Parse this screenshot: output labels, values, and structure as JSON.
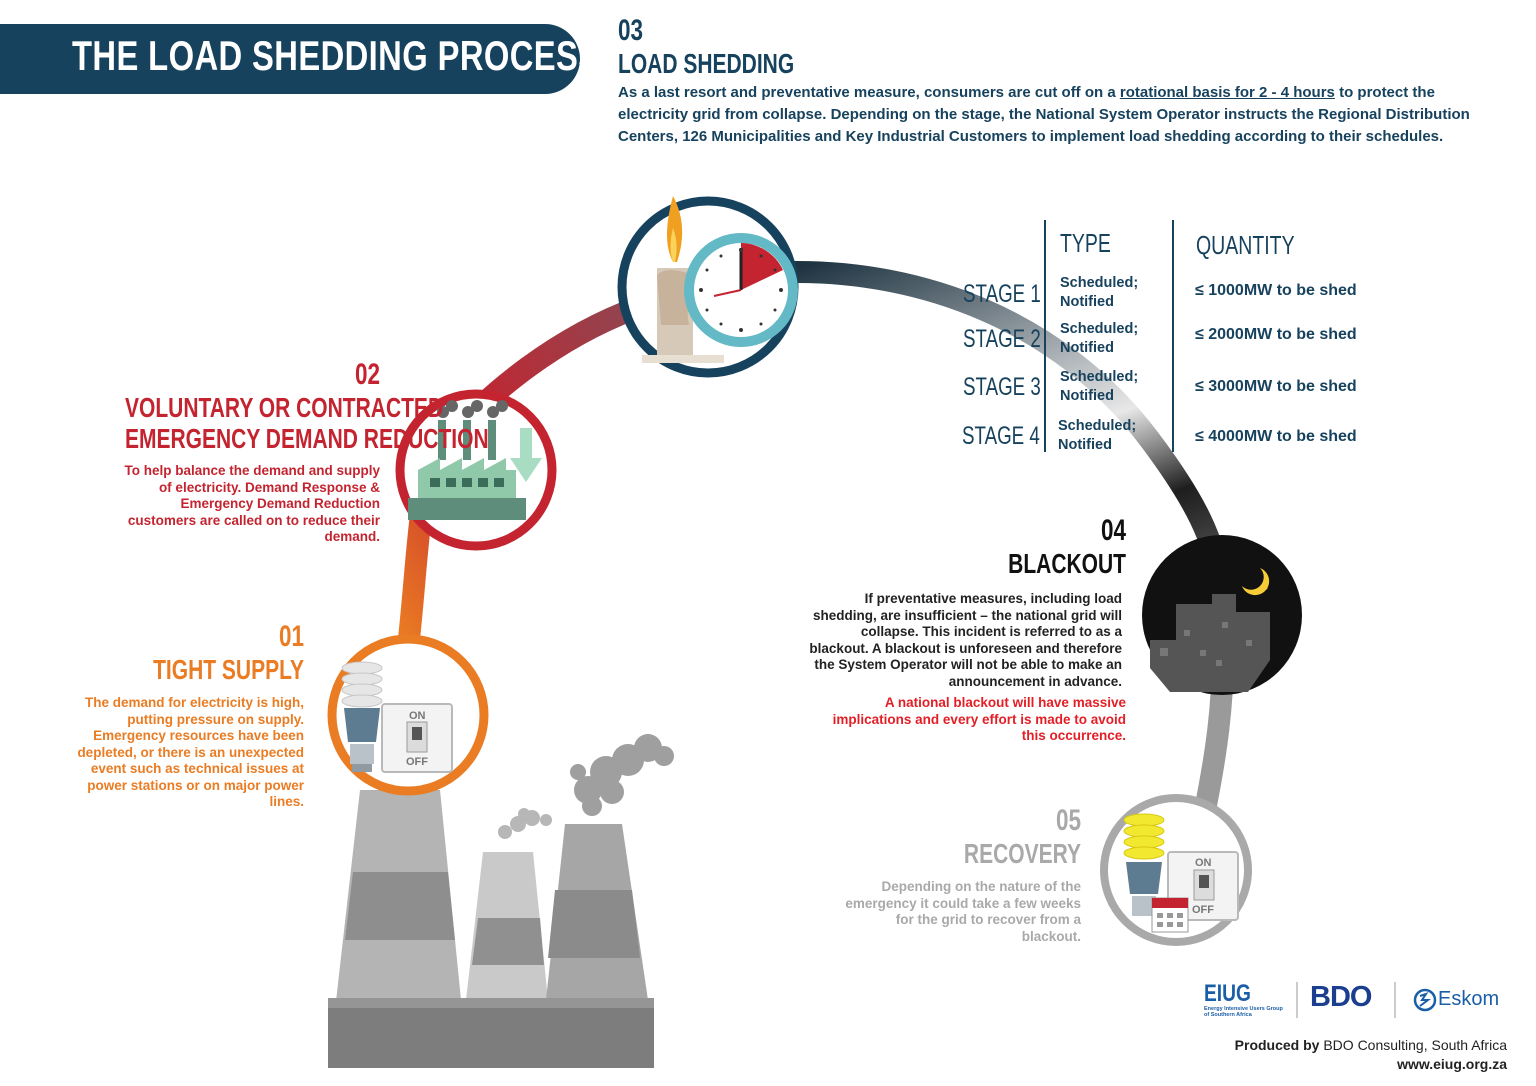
{
  "title": "THE LOAD SHEDDING PROCESS",
  "step3": {
    "number": "03",
    "heading": "LOAD SHEDDING",
    "desc_before": "As a last resort and preventative measure, consumers are cut off on a",
    "desc_underlined": "rotational basis for 2 - 4 hours",
    "desc_after": "to protect the electricity grid from collapse. Depending on the stage, the National System Operator instructs the Regional Distribution Centers, 126 Municipalities and Key Industrial Customers to implement load shedding according to their schedules."
  },
  "stages_table": {
    "type_header": "TYPE",
    "quantity_header": "QUANTITY",
    "rows": [
      {
        "stage": "STAGE 1",
        "type_line1": "Scheduled;",
        "type_line2": "Notified",
        "quantity": "≤ 1000MW to be shed"
      },
      {
        "stage": "STAGE 2",
        "type_line1": "Scheduled;",
        "type_line2": "Notified",
        "quantity": "≤ 2000MW to be shed"
      },
      {
        "stage": "STAGE 3",
        "type_line1": "Scheduled;",
        "type_line2": "Notified",
        "quantity": "≤ 3000MW to be shed"
      },
      {
        "stage": "STAGE 4",
        "type_line1": "Scheduled;",
        "type_line2": "Notified",
        "quantity": "≤ 4000MW to be shed"
      }
    ]
  },
  "step2": {
    "number": "02",
    "heading_line1": "VOLUNTARY OR CONTRACTED",
    "heading_line2": "EMERGENCY DEMAND REDUCTION",
    "desc": "To help balance the demand and supply of electricity. Demand Response & Emergency Demand Reduction customers are called on to reduce their demand."
  },
  "step1": {
    "number": "01",
    "heading": "TIGHT SUPPLY",
    "desc": "The demand for electricity is high, putting pressure on supply. Emergency resources  have been depleted, or there is an unexpected event such as technical issues at power stations or on major power lines."
  },
  "step4": {
    "number": "04",
    "heading": "BLACKOUT",
    "desc": "If preventative measures, including load shedding, are insufficient – the national grid will collapse. This incident is referred to as a blackout. A blackout is unforeseen and therefore the System Operator will not be able to make an announcement in advance.",
    "warning": "A national blackout will have massive implications and every effort is made to avoid this occurrence."
  },
  "step5": {
    "number": "05",
    "heading": "RECOVERY",
    "desc": "Depending on the nature of the emergency it could take a few weeks for the grid to recover from a blackout."
  },
  "switch": {
    "on": "ON",
    "off": "OFF"
  },
  "logos": {
    "eiug": "EIUG",
    "eiug_sub_line1": "Energy Intensive Users Group",
    "eiug_sub_line2": "of Southern Africa",
    "bdo": "BDO",
    "eskom": "Eskom"
  },
  "footer": {
    "produced_by": "Produced by",
    "producer": "BDO Consulting, South Africa",
    "url": "www.eiug.org.za"
  },
  "colors": {
    "navy": "#17425e",
    "red": "#c4242f",
    "orange": "#ea7c23",
    "grey": "#a9a9a9",
    "teal": "#5cb8c4"
  }
}
